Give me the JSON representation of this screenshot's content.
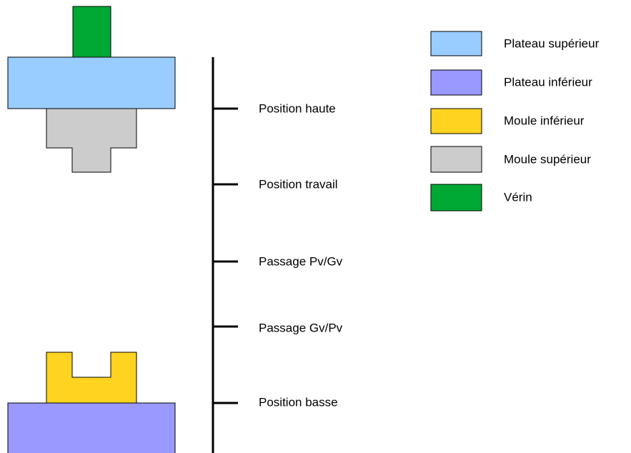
{
  "positions": [
    {
      "label": "Position haute"
    },
    {
      "label": "Position travail"
    },
    {
      "label": "Passage Pv/Gv"
    },
    {
      "label": "Passage Gv/Pv"
    },
    {
      "label": "Position basse"
    }
  ],
  "legend": [
    {
      "label": "Plateau supérieur",
      "color": "#99ccff"
    },
    {
      "label": "Plateau inférieur",
      "color": "#9999ff"
    },
    {
      "label": "Moule inférieur",
      "color": "#ffd320"
    },
    {
      "label": "Moule supérieur",
      "color": "#cccccc"
    },
    {
      "label": "Vérin",
      "color": "#00a933"
    }
  ],
  "parts": {
    "verin": {
      "color": "#00a933"
    },
    "plateau_superieur": {
      "color": "#99ccff"
    },
    "moule_superieur": {
      "color": "#cccccc"
    },
    "moule_inferieur": {
      "color": "#ffd320"
    },
    "plateau_inferieur": {
      "color": "#9999ff"
    }
  }
}
